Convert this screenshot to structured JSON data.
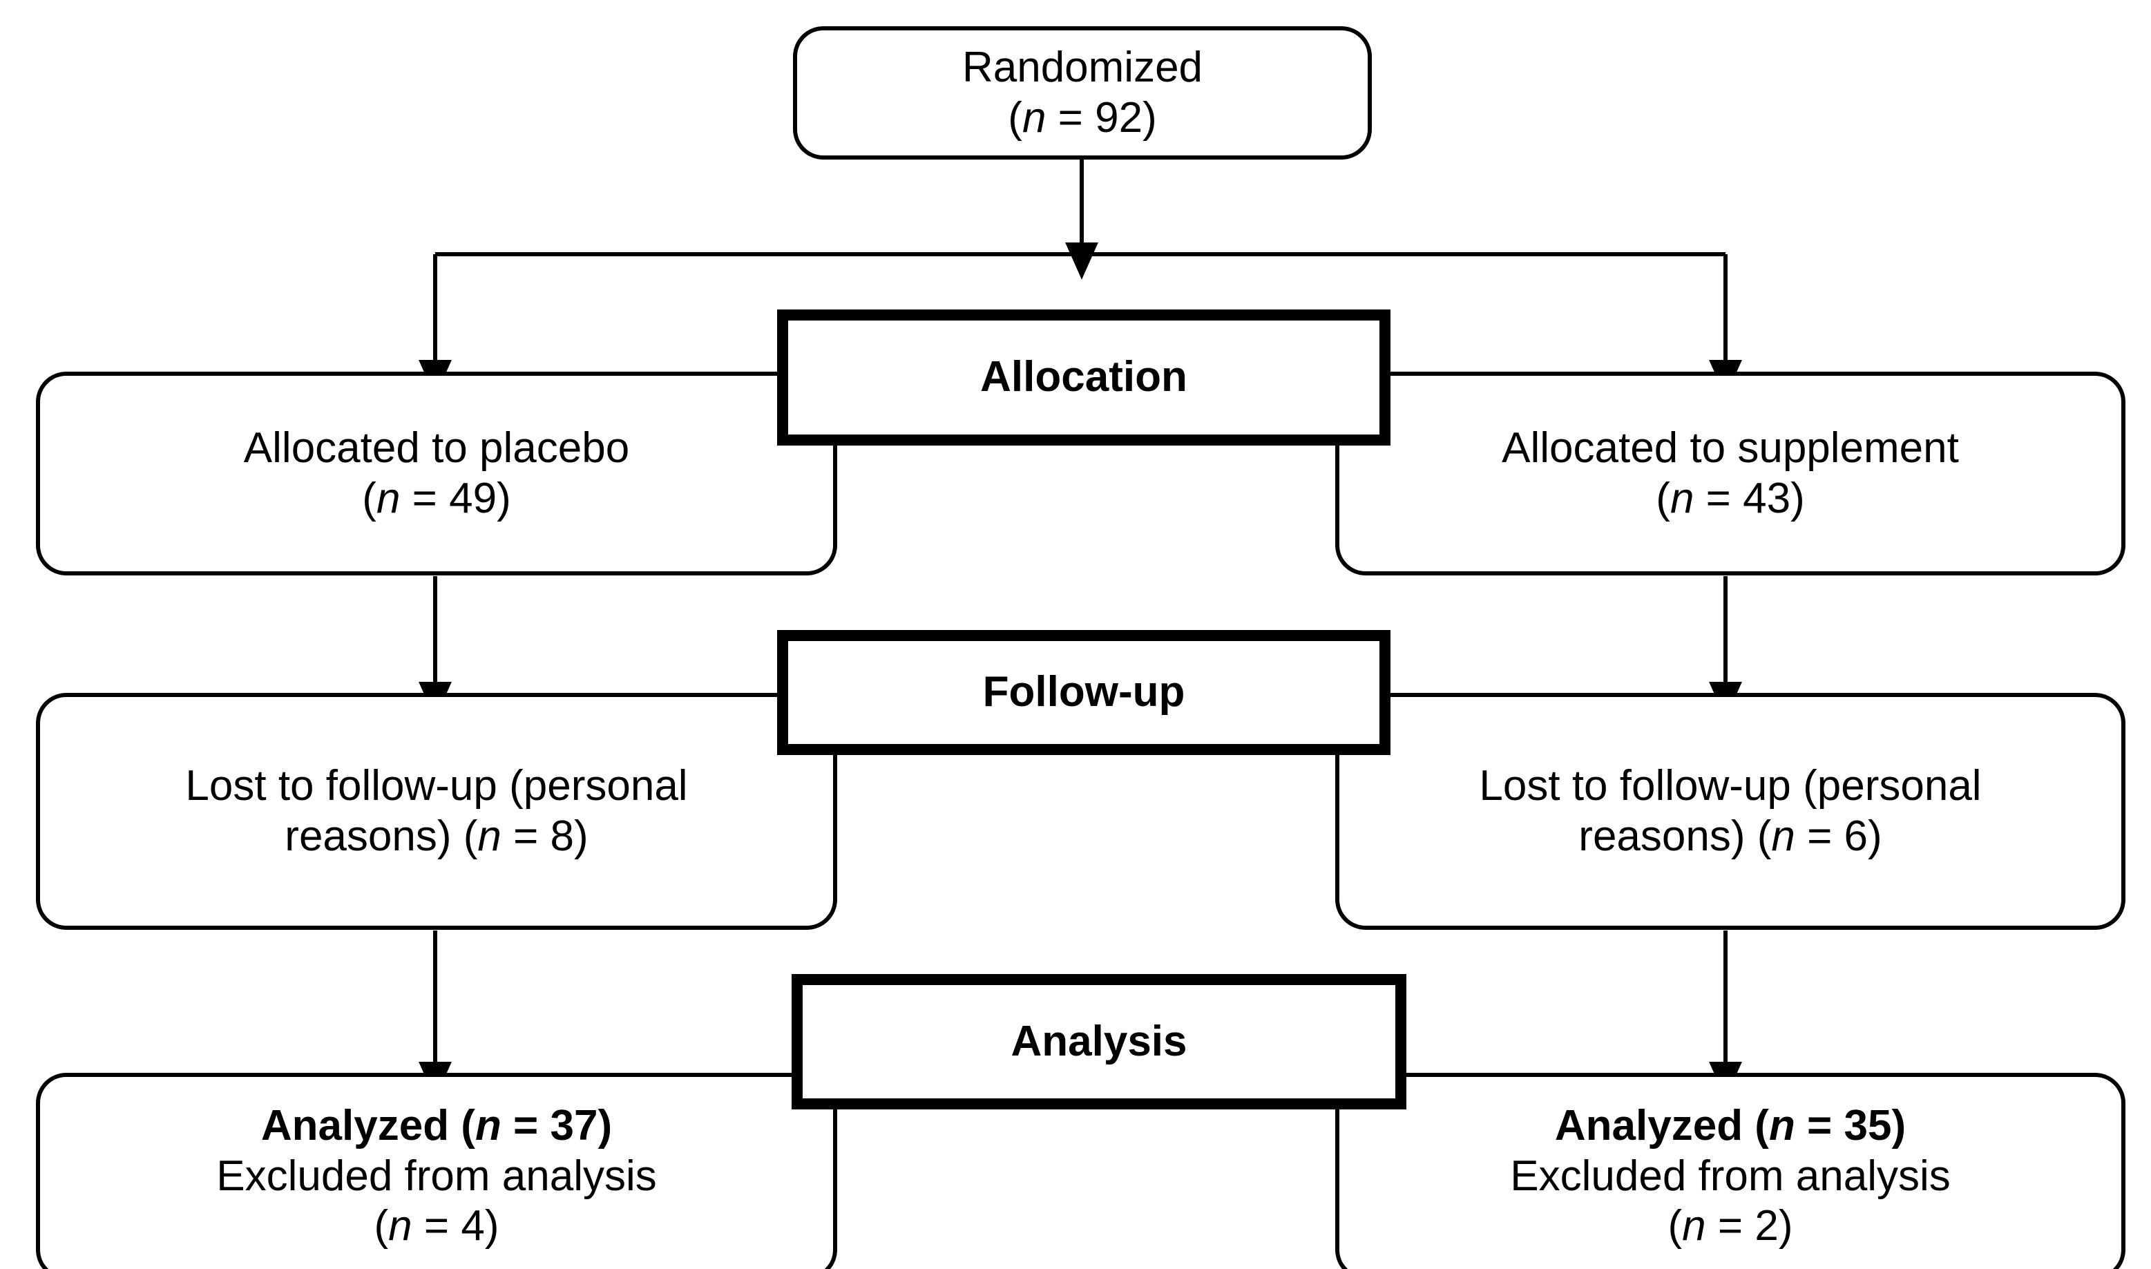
{
  "diagram": {
    "title": "CONSORT participant flow diagram",
    "type": "flowchart",
    "colors": {
      "stroke": "#000000",
      "background": "#ffffff",
      "text": "#000000"
    },
    "nodes": {
      "randomized": {
        "label": "Randomized",
        "count_prefix": "(",
        "n_symbol": "n",
        "equals": " = ",
        "n_value": "92",
        "count_suffix": ")"
      },
      "allocation_left": {
        "label": "Allocated to placebo",
        "count_prefix": "(",
        "n_symbol": "n",
        "equals": " = ",
        "n_value": "49",
        "count_suffix": ")"
      },
      "allocation_right": {
        "label": "Allocated to supplement",
        "count_prefix": "(",
        "n_symbol": "n",
        "equals": " = ",
        "n_value": "43",
        "count_suffix": ")"
      },
      "followup_left": {
        "line1": "Lost to follow-up (personal",
        "line2_prefix": "reasons) (",
        "n_symbol": "n",
        "equals": " = ",
        "n_value": "8",
        "count_suffix": ")"
      },
      "followup_right": {
        "line1": "Lost to follow-up (personal",
        "line2_prefix": "reasons) (",
        "n_symbol": "n",
        "equals": " = ",
        "n_value": "6",
        "count_suffix": ")"
      },
      "analysis_left": {
        "analyzed_label": "Analyzed (",
        "analyzed_n_symbol": "n",
        "analyzed_equals": " = ",
        "analyzed_n_value": "37",
        "analyzed_suffix": ")",
        "excluded_label": "Excluded from analysis",
        "excluded_prefix": "(",
        "excluded_n_symbol": "n",
        "excluded_equals": " = ",
        "excluded_n_value": "4",
        "excluded_suffix": ")"
      },
      "analysis_right": {
        "analyzed_label": "Analyzed (",
        "analyzed_n_symbol": "n",
        "analyzed_equals": " = ",
        "analyzed_n_value": "35",
        "analyzed_suffix": ")",
        "excluded_label": "Excluded from analysis",
        "excluded_prefix": "(",
        "excluded_n_symbol": "n",
        "excluded_equals": " = ",
        "excluded_n_value": "2",
        "excluded_suffix": ")"
      }
    },
    "stages": {
      "allocation": {
        "label": "Allocation"
      },
      "followup": {
        "label": "Follow-up"
      },
      "analysis": {
        "label": "Analysis"
      }
    },
    "flow_data": {
      "randomized_total": 92,
      "arms": [
        {
          "name": "placebo",
          "allocated": 49,
          "lost_to_followup": 8,
          "lost_reason": "personal reasons",
          "analyzed": 37,
          "excluded_from_analysis": 4
        },
        {
          "name": "supplement",
          "allocated": 43,
          "lost_to_followup": 6,
          "lost_reason": "personal reasons",
          "analyzed": 35,
          "excluded_from_analysis": 2
        }
      ]
    }
  }
}
